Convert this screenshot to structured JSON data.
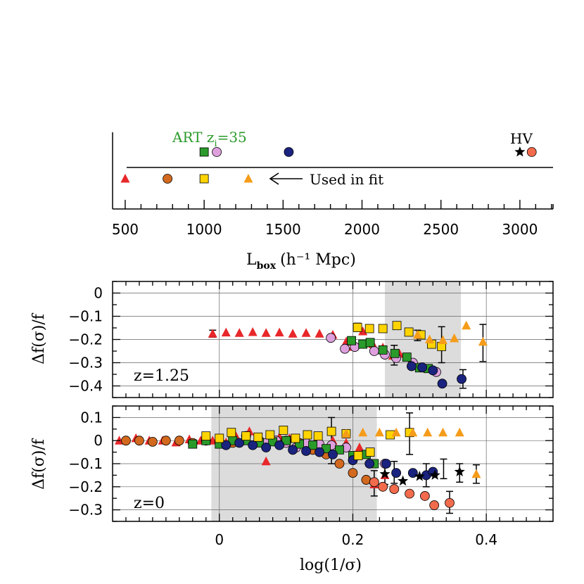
{
  "colors": {
    "red": "#e8272a",
    "orange_circle": "#d2691e",
    "yellow": "#ffd400",
    "orange_tri": "#f59c1a",
    "green": "#2a9a2a",
    "lilac": "#dda0dd",
    "navy": "#1a237e",
    "salmon": "#f26b4c",
    "shade": "#dcdcdc",
    "art_label": "#2a9a2a"
  },
  "chart_data": [
    {
      "type": "scatter",
      "panel": "box-sizes",
      "xlabel": "L",
      "xlabel_sub": "box",
      "xlabel_units": "(h⁻¹ Mpc)",
      "xlim": [
        420,
        3210
      ],
      "xticks": [
        500,
        1000,
        1500,
        2000,
        2500,
        3000
      ],
      "annotations": {
        "art": "ART z",
        "art_sub": "i",
        "art_rest": "=35",
        "hv": "HV",
        "used": "Used in fit"
      },
      "top_row": [
        {
          "x": 1000,
          "marker": "square",
          "color": "green"
        },
        {
          "x": 1080,
          "marker": "circle",
          "color": "lilac"
        },
        {
          "x": 1536,
          "marker": "circle",
          "color": "navy"
        },
        {
          "x": 3000,
          "marker": "star",
          "color": "black"
        },
        {
          "x": 3075,
          "marker": "circle",
          "color": "salmon"
        }
      ],
      "bottom_row": [
        {
          "x": 500,
          "marker": "triangle",
          "color": "red"
        },
        {
          "x": 768,
          "marker": "circle",
          "color": "orange_circle"
        },
        {
          "x": 1000,
          "marker": "square",
          "color": "yellow"
        },
        {
          "x": 1280,
          "marker": "triangle",
          "color": "orange_tri"
        }
      ]
    },
    {
      "type": "scatter",
      "panel": "z=1.25",
      "label": "z=1.25",
      "ylabel": "Δf(σ)/f",
      "xlim": [
        -0.16,
        0.5
      ],
      "ylim": [
        -0.45,
        0.05
      ],
      "xticks": [
        0,
        0.2,
        0.4
      ],
      "yticks": [
        0,
        -0.1,
        -0.2,
        -0.3,
        -0.4
      ],
      "ytick_labels": [
        "0",
        "−0.1",
        "−0.2",
        "−0.3",
        "−0.4"
      ],
      "shade": [
        0.248,
        0.362
      ],
      "series": [
        {
          "color": "red",
          "marker": "triangle",
          "points": [
            [
              -0.01,
              -0.175
            ],
            [
              0.01,
              -0.17
            ],
            [
              0.03,
              -0.172
            ],
            [
              0.05,
              -0.168
            ],
            [
              0.07,
              -0.172
            ],
            [
              0.09,
              -0.17
            ],
            [
              0.11,
              -0.175
            ],
            [
              0.13,
              -0.172
            ],
            [
              0.15,
              -0.175
            ],
            [
              0.17,
              -0.18
            ],
            [
              0.19,
              -0.21
            ],
            [
              0.2,
              -0.232
            ],
            [
              0.215,
              -0.165
            ],
            [
              0.23,
              -0.22
            ],
            [
              0.245,
              -0.235
            ],
            [
              0.26,
              -0.27
            ],
            [
              0.27,
              -0.262
            ]
          ]
        },
        {
          "color": "lilac",
          "marker": "circle",
          "points": [
            [
              0.167,
              -0.193
            ],
            [
              0.188,
              -0.24
            ],
            [
              0.203,
              -0.232
            ],
            [
              0.232,
              -0.25
            ],
            [
              0.248,
              -0.265
            ],
            [
              0.265,
              -0.28
            ],
            [
              0.29,
              -0.3
            ],
            [
              0.325,
              -0.34
            ]
          ]
        },
        {
          "color": "green",
          "marker": "square",
          "points": [
            [
              0.198,
              -0.205
            ],
            [
              0.215,
              -0.22
            ],
            [
              0.226,
              -0.213
            ],
            [
              0.245,
              -0.245
            ],
            [
              0.263,
              -0.26
            ],
            [
              0.281,
              -0.276
            ],
            [
              0.3,
              -0.322
            ],
            [
              0.313,
              -0.325
            ]
          ]
        },
        {
          "color": "navy",
          "marker": "circle",
          "points": [
            [
              0.288,
              -0.315
            ],
            [
              0.304,
              -0.32
            ],
            [
              0.32,
              -0.333
            ],
            [
              0.334,
              -0.39
            ],
            [
              0.363,
              -0.37
            ]
          ]
        },
        {
          "color": "yellow",
          "marker": "square",
          "points": [
            [
              0.207,
              -0.148
            ],
            [
              0.225,
              -0.153
            ],
            [
              0.245,
              -0.153
            ],
            [
              0.266,
              -0.14
            ],
            [
              0.284,
              -0.168
            ],
            [
              0.302,
              -0.18
            ],
            [
              0.318,
              -0.22
            ],
            [
              0.333,
              -0.23
            ]
          ]
        },
        {
          "color": "orange_tri",
          "marker": "triangle",
          "points": [
            [
              0.297,
              -0.18
            ],
            [
              0.315,
              -0.2
            ],
            [
              0.335,
              -0.203
            ],
            [
              0.352,
              -0.195
            ],
            [
              0.37,
              -0.14
            ],
            [
              0.395,
              -0.21
            ]
          ]
        }
      ],
      "errorbars": [
        {
          "x": -0.01,
          "y": -0.175,
          "lo": -0.19,
          "hi": -0.16
        },
        {
          "x": 0.207,
          "y": -0.148,
          "lo": -0.165,
          "hi": -0.13
        },
        {
          "x": 0.262,
          "y": -0.268,
          "lo": -0.31,
          "hi": -0.225
        },
        {
          "x": 0.297,
          "y": -0.182,
          "lo": -0.205,
          "hi": -0.16
        },
        {
          "x": 0.333,
          "y": -0.225,
          "lo": -0.3,
          "hi": -0.145
        },
        {
          "x": 0.365,
          "y": -0.37,
          "lo": -0.41,
          "hi": -0.33
        },
        {
          "x": 0.395,
          "y": -0.215,
          "lo": -0.295,
          "hi": -0.135
        }
      ]
    },
    {
      "type": "scatter",
      "panel": "z=0",
      "label": "z=0",
      "xlabel": "log(1/σ)",
      "ylabel": "Δf(σ)/f",
      "xlim": [
        -0.16,
        0.5
      ],
      "ylim": [
        -0.35,
        0.15
      ],
      "xticks": [
        0,
        0.2,
        0.4
      ],
      "xtick_labels": [
        "0",
        "0.2",
        "0.4"
      ],
      "yticks": [
        0.1,
        0,
        -0.1,
        -0.2,
        -0.3
      ],
      "ytick_labels": [
        "0.1",
        "0",
        "−0.1",
        "−0.2",
        "−0.3"
      ],
      "shade": [
        -0.012,
        0.236
      ],
      "series": [
        {
          "color": "red",
          "marker": "triangle",
          "points": [
            [
              -0.15,
              0.0
            ],
            [
              -0.125,
              0.01
            ],
            [
              -0.105,
              0.0
            ],
            [
              -0.085,
              0.0
            ],
            [
              -0.065,
              -0.008
            ],
            [
              -0.045,
              0.005
            ],
            [
              -0.028,
              0.0
            ],
            [
              -0.01,
              0.0
            ],
            [
              0.01,
              -0.008
            ],
            [
              0.025,
              0.018
            ],
            [
              0.045,
              0.04
            ],
            [
              0.07,
              -0.09
            ],
            [
              0.09,
              0.015
            ],
            [
              0.105,
              0.01
            ],
            [
              0.13,
              0.01
            ],
            [
              0.15,
              0.0
            ],
            [
              0.17,
              0.0
            ],
            [
              0.19,
              -0.01
            ],
            [
              0.21,
              -0.03
            ],
            [
              0.232,
              -0.19
            ],
            [
              0.248,
              -0.15
            ]
          ]
        },
        {
          "color": "orange_circle",
          "marker": "circle",
          "points": [
            [
              -0.14,
              0.0
            ],
            [
              -0.12,
              0.0
            ],
            [
              -0.1,
              -0.005
            ],
            [
              -0.08,
              0.0
            ],
            [
              -0.06,
              0.0
            ],
            [
              -0.04,
              -0.01
            ],
            [
              -0.02,
              0.0
            ],
            [
              0.0,
              -0.005
            ],
            [
              0.02,
              -0.01
            ],
            [
              0.04,
              0.02
            ],
            [
              0.06,
              0.0
            ],
            [
              0.08,
              0.0
            ],
            [
              0.1,
              0.0
            ],
            [
              0.12,
              -0.01
            ],
            [
              0.14,
              -0.04
            ],
            [
              0.16,
              -0.06
            ],
            [
              0.18,
              -0.1
            ],
            [
              0.2,
              -0.14
            ],
            [
              0.22,
              -0.17
            ],
            [
              0.232,
              -0.18
            ]
          ]
        },
        {
          "color": "lilac",
          "marker": "circle",
          "points": [
            [
              0.07,
              -0.01
            ],
            [
              0.085,
              0.0
            ],
            [
              0.1,
              -0.01
            ],
            [
              0.115,
              -0.03
            ],
            [
              0.13,
              -0.01
            ],
            [
              0.15,
              -0.015
            ],
            [
              0.168,
              -0.02
            ],
            [
              0.19,
              -0.03
            ],
            [
              0.248,
              -0.1
            ]
          ]
        },
        {
          "color": "green",
          "marker": "square",
          "points": [
            [
              -0.04,
              -0.015
            ],
            [
              -0.02,
              0.0
            ],
            [
              0.0,
              -0.015
            ],
            [
              0.02,
              0.0
            ],
            [
              0.04,
              0.0
            ],
            [
              0.06,
              -0.01
            ],
            [
              0.08,
              -0.005
            ],
            [
              0.1,
              0.0
            ],
            [
              0.12,
              -0.015
            ],
            [
              0.14,
              -0.02
            ],
            [
              0.16,
              -0.035
            ],
            [
              0.18,
              -0.04
            ],
            [
              0.2,
              -0.065
            ],
            [
              0.22,
              -0.06
            ],
            [
              0.232,
              -0.1
            ]
          ]
        },
        {
          "color": "navy",
          "marker": "circle",
          "points": [
            [
              0.01,
              -0.02
            ],
            [
              0.03,
              -0.01
            ],
            [
              0.05,
              -0.02
            ],
            [
              0.07,
              -0.03
            ],
            [
              0.09,
              -0.02
            ],
            [
              0.11,
              -0.04
            ],
            [
              0.13,
              -0.045
            ],
            [
              0.15,
              -0.05
            ],
            [
              0.17,
              -0.06
            ],
            [
              0.2,
              -0.085
            ],
            [
              0.225,
              -0.1
            ],
            [
              0.25,
              -0.1
            ],
            [
              0.265,
              -0.14
            ],
            [
              0.29,
              -0.14
            ],
            [
              0.31,
              -0.15
            ],
            [
              0.32,
              -0.135
            ]
          ]
        },
        {
          "color": "yellow",
          "marker": "square",
          "points": [
            [
              -0.02,
              0.02
            ],
            [
              0.0,
              0.01
            ],
            [
              0.018,
              0.035
            ],
            [
              0.04,
              0.02
            ],
            [
              0.058,
              0.015
            ],
            [
              0.076,
              0.025
            ],
            [
              0.096,
              0.045
            ],
            [
              0.114,
              0.01
            ],
            [
              0.132,
              0.025
            ],
            [
              0.148,
              0.02
            ],
            [
              0.168,
              0.04
            ],
            [
              0.19,
              0.03
            ],
            [
              0.208,
              -0.065
            ],
            [
              0.226,
              -0.05
            ],
            [
              0.256,
              0.025
            ],
            [
              0.285,
              0.035
            ]
          ]
        },
        {
          "color": "orange_tri",
          "marker": "triangle",
          "points": [
            [
              0.19,
              0.03
            ],
            [
              0.215,
              0.035
            ],
            [
              0.24,
              0.035
            ],
            [
              0.265,
              0.035
            ],
            [
              0.29,
              0.035
            ],
            [
              0.312,
              0.035
            ],
            [
              0.335,
              0.035
            ],
            [
              0.36,
              0.035
            ],
            [
              0.385,
              -0.145
            ]
          ]
        },
        {
          "color": "salmon",
          "marker": "circle",
          "points": [
            [
              0.232,
              -0.18
            ],
            [
              0.245,
              -0.2
            ],
            [
              0.262,
              -0.21
            ],
            [
              0.285,
              -0.23
            ],
            [
              0.308,
              -0.24
            ],
            [
              0.322,
              -0.28
            ],
            [
              0.345,
              -0.27
            ]
          ]
        },
        {
          "color": "black",
          "marker": "star",
          "points": [
            [
              0.248,
              -0.145
            ],
            [
              0.275,
              -0.175
            ],
            [
              0.3,
              -0.155
            ],
            [
              0.323,
              -0.15
            ],
            [
              0.36,
              -0.135
            ]
          ]
        }
      ],
      "errorbars": [
        {
          "x": 0.168,
          "y": -0.02,
          "lo": -0.1,
          "hi": 0.1
        },
        {
          "x": 0.232,
          "y": -0.18,
          "lo": -0.24,
          "hi": -0.13
        },
        {
          "x": 0.248,
          "y": -0.145,
          "lo": -0.19,
          "hi": -0.1
        },
        {
          "x": 0.262,
          "y": -0.14,
          "lo": -0.185,
          "hi": -0.09
        },
        {
          "x": 0.285,
          "y": 0.02,
          "lo": -0.06,
          "hi": 0.12
        },
        {
          "x": 0.31,
          "y": -0.15,
          "lo": -0.2,
          "hi": -0.1
        },
        {
          "x": 0.336,
          "y": -0.13,
          "lo": -0.165,
          "hi": -0.08
        },
        {
          "x": 0.345,
          "y": -0.265,
          "lo": -0.315,
          "hi": -0.22
        },
        {
          "x": 0.36,
          "y": -0.14,
          "lo": -0.18,
          "hi": -0.1
        },
        {
          "x": 0.385,
          "y": -0.145,
          "lo": -0.185,
          "hi": -0.105
        }
      ]
    }
  ]
}
